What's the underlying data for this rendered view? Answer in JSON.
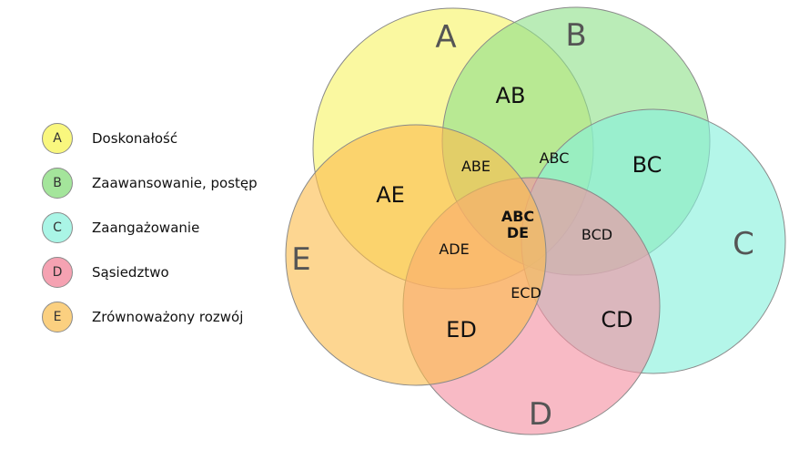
{
  "sets": [
    {
      "key": "A",
      "label": "A",
      "name": "Doskonałość",
      "color": "#f7f466",
      "badge": "#f9f77e"
    },
    {
      "key": "B",
      "label": "B",
      "name": "Zaawansowanie, postęp",
      "color": "#8fe08a",
      "badge": "#a4e59b"
    },
    {
      "key": "C",
      "label": "C",
      "name": "Zaangażowanie",
      "color": "#86f0dc",
      "badge": "#aaf5e6"
    },
    {
      "key": "D",
      "label": "D",
      "name": "Sąsiedztwo",
      "color": "#f38fa1",
      "badge": "#f5a2b2"
    },
    {
      "key": "E",
      "label": "E",
      "name": "Zrównoważony rozwój",
      "color": "#fbbd4e",
      "badge": "#fbd080"
    }
  ],
  "regions": {
    "AB": "AB",
    "BC": "BC",
    "AE": "AE",
    "ABE": "ABE",
    "ABC": "ABC",
    "ABCDE_1": "ABC",
    "ABCDE_2": "DE",
    "ADE": "ADE",
    "BCD": "BCD",
    "ECD": "ECD",
    "ED": "ED",
    "CD": "CD"
  }
}
